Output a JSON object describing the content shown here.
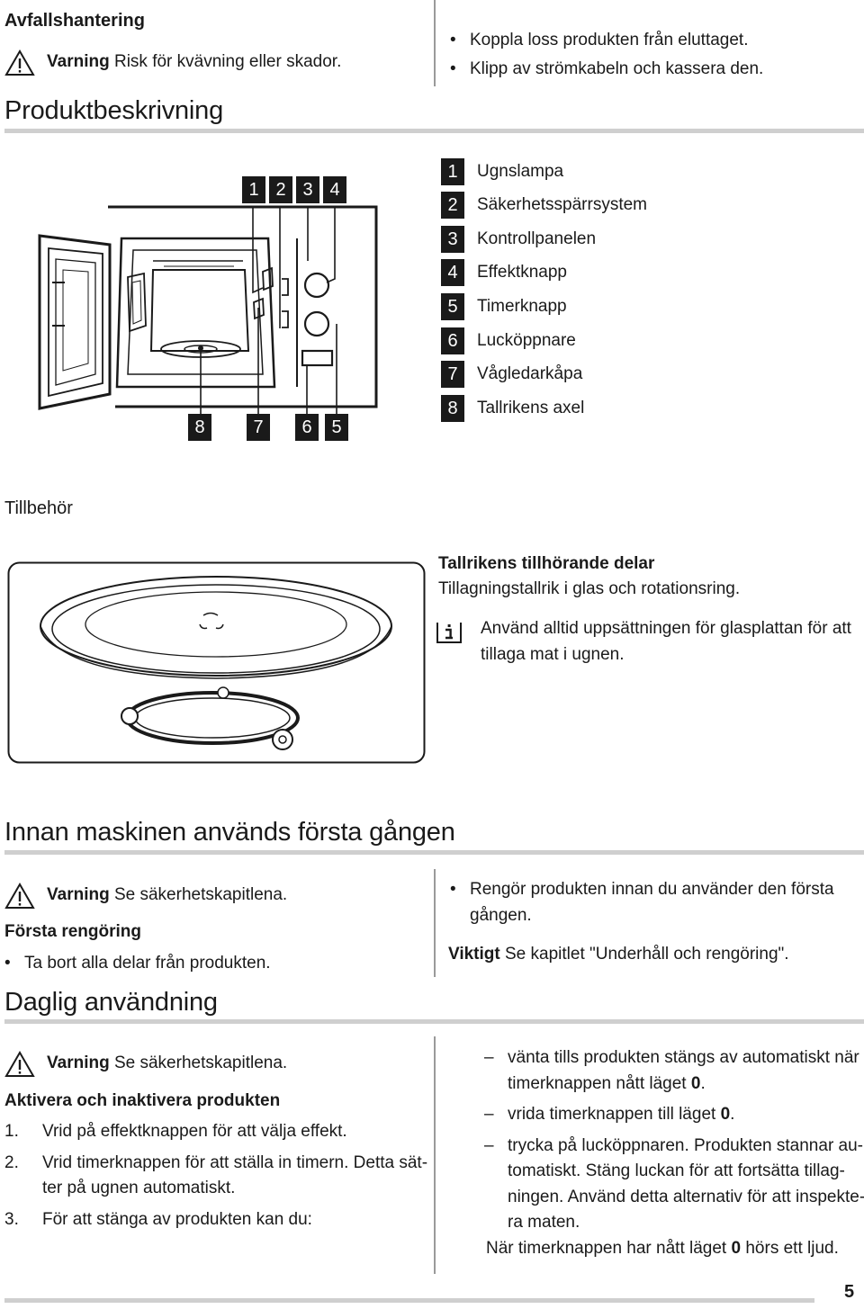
{
  "disposal": {
    "title": "Avfallshantering",
    "warning_label": "Varning",
    "warning_text": "Risk för kvävning eller skador.",
    "bullets": [
      "Koppla loss produkten från eluttaget.",
      "Klipp av strömkabeln och kassera den."
    ]
  },
  "product": {
    "title": "Produktbeskrivning",
    "callouts_top": [
      "1",
      "2",
      "3",
      "4"
    ],
    "callouts_bottom": [
      "8",
      "7",
      "6",
      "5"
    ],
    "legend": [
      {
        "num": "1",
        "label": "Ugnslampa"
      },
      {
        "num": "2",
        "label": "Säkerhetsspärrsystem"
      },
      {
        "num": "3",
        "label": "Kontrollpanelen"
      },
      {
        "num": "4",
        "label": "Effektknapp"
      },
      {
        "num": "5",
        "label": "Timerknapp"
      },
      {
        "num": "6",
        "label": "Lucköppnare"
      },
      {
        "num": "7",
        "label": "Vågledarkåpa"
      },
      {
        "num": "8",
        "label": "Tallrikens axel"
      }
    ]
  },
  "accessories": {
    "title": "Tillbehör",
    "item_title": "Tallrikens tillhörande delar",
    "item_text": "Tillagningstallrik i glas och rotationsring.",
    "info_line1": "Använd alltid uppsättningen för glasplattan för att",
    "info_line2": "tillaga mat i ugnen."
  },
  "first_use": {
    "title": "Innan maskinen används första gången",
    "warning_label": "Varning",
    "warning_text": "Se säkerhetskapitlena.",
    "subtitle": "Första rengöring",
    "bullet_left": "Ta bort alla delar från produkten.",
    "bullet_right_line1": "Rengör produkten innan du använder den första",
    "bullet_right_line2": "gången.",
    "important_label": "Viktigt",
    "important_text": "Se kapitlet \"Underhåll och rengöring\"."
  },
  "daily": {
    "title": "Daglig användning",
    "warning_label": "Varning",
    "warning_text": "Se säkerhetskapitlena.",
    "subtitle": "Aktivera och inaktivera produkten",
    "steps": [
      {
        "num": "1.",
        "line1": "Vrid på effektknappen för att välja effekt."
      },
      {
        "num": "2.",
        "line1": "Vrid timerknappen för att ställa in timern. Detta sät-",
        "line2": "ter på ugnen automatiskt."
      },
      {
        "num": "3.",
        "line1": "För att stänga av produkten kan du:"
      }
    ],
    "options": [
      {
        "line1": "vänta tills produkten stängs av automatiskt när",
        "line2_pre": "timerknappen nått läget ",
        "line2_bold": "0",
        "line2_post": "."
      },
      {
        "line1_pre": "vrida timerknappen till läget ",
        "line1_bold": "0",
        "line1_post": "."
      },
      {
        "line1": "trycka på lucköppnaren. Produkten stannar au-",
        "line2": "tomatiskt. Stäng luckan för att fortsätta tillag-",
        "line3": "ningen. Använd detta alternativ för att inspekte-",
        "line4": "ra maten."
      }
    ],
    "final_pre": "När timerknappen har nått läget ",
    "final_bold": "0",
    "final_post": " hörs ett ljud."
  },
  "page_number": "5"
}
